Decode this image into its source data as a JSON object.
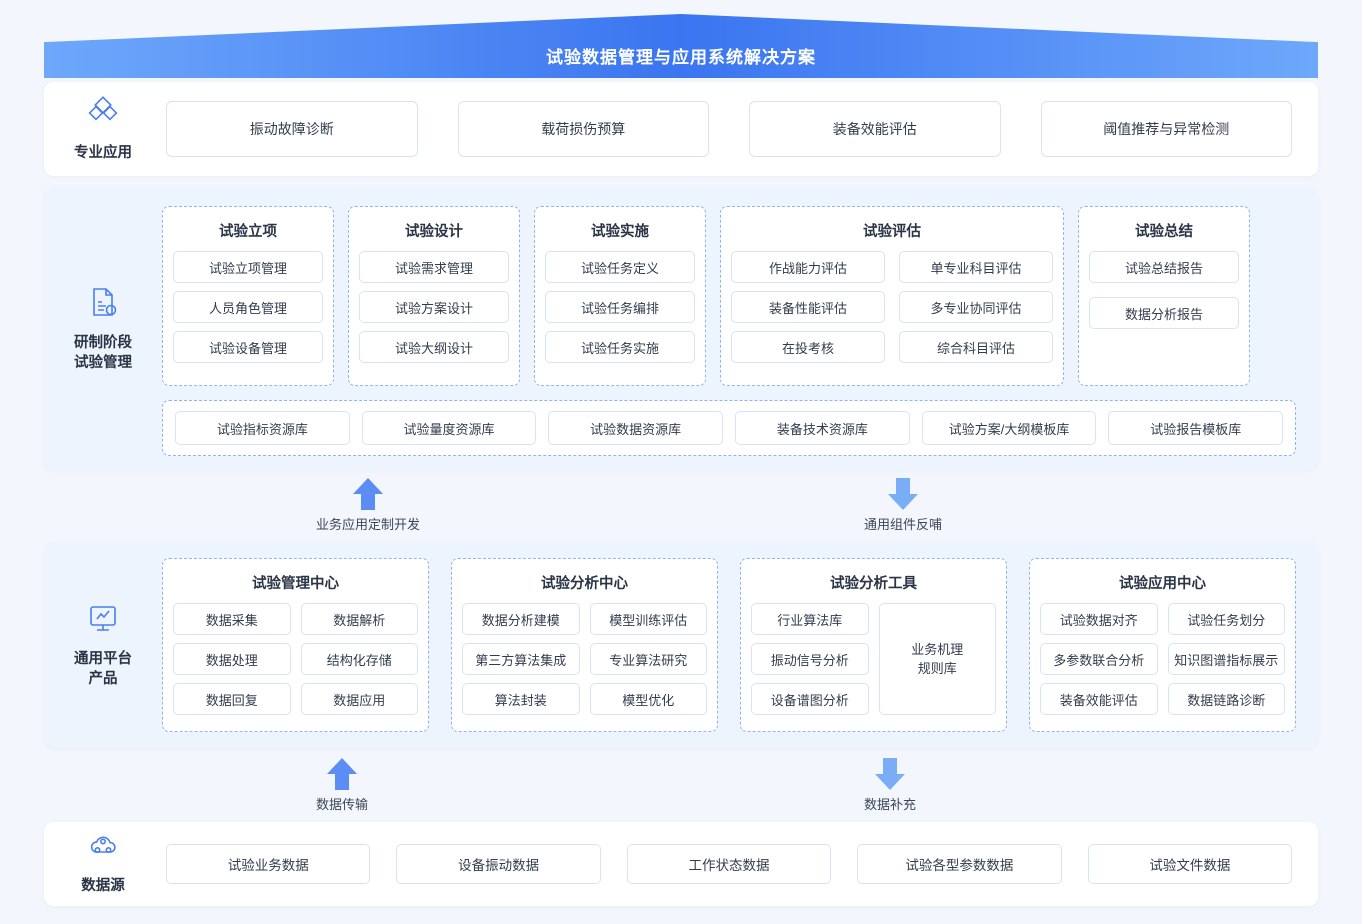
{
  "banner": {
    "title": "试验数据管理与应用系统解决方案"
  },
  "sections": {
    "app": {
      "label": "专业应用",
      "icon": "app-diamond-icon",
      "cards": [
        "振动故障诊断",
        "载荷损伤预算",
        "装备效能评估",
        "阈值推荐与异常检测"
      ]
    },
    "dev": {
      "label": "研制阶段\n试验管理",
      "icon": "document-chart-icon",
      "groups": [
        {
          "title": "试验立项",
          "items": [
            "试验立项管理",
            "人员角色管理",
            "试验设备管理"
          ]
        },
        {
          "title": "试验设计",
          "items": [
            "试验需求管理",
            "试验方案设计",
            "试验大纲设计"
          ]
        },
        {
          "title": "试验实施",
          "items": [
            "试验任务定义",
            "试验任务编排",
            "试验任务实施"
          ]
        },
        {
          "title": "试验评估",
          "left": [
            "作战能力评估",
            "装备性能评估",
            "在投考核"
          ],
          "right": [
            "单专业科目评估",
            "多专业协同评估",
            "综合科目评估"
          ]
        },
        {
          "title": "试验总结",
          "items": [
            "试验总结报告",
            "数据分析报告"
          ]
        }
      ],
      "resources": [
        "试验指标资源库",
        "试验量度资源库",
        "试验数据资源库",
        "装备技术资源库",
        "试验方案/大纲模板库",
        "试验报告模板库"
      ]
    },
    "platform": {
      "label": "通用平台\n产品",
      "icon": "monitor-icon",
      "groups": [
        {
          "title": "试验管理中心",
          "layout": "grid2",
          "left": [
            "数据采集",
            "数据处理",
            "数据回复"
          ],
          "right": [
            "数据解析",
            "结构化存储",
            "数据应用"
          ]
        },
        {
          "title": "试验分析中心",
          "layout": "grid2",
          "left": [
            "数据分析建模",
            "第三方算法集成",
            "算法封装"
          ],
          "right": [
            "模型训练评估",
            "专业算法研究",
            "模型优化"
          ]
        },
        {
          "title": "试验分析工具",
          "layout": "tool",
          "left": [
            "行业算法库",
            "振动信号分析",
            "设备谱图分析"
          ],
          "big": "业务机理\n规则库"
        },
        {
          "title": "试验应用中心",
          "layout": "grid2",
          "left": [
            "试验数据对齐",
            "多参数联合分析",
            "装备效能评估"
          ],
          "right": [
            "试验任务划分",
            "知识图谱指标展示",
            "数据链路诊断"
          ]
        }
      ]
    },
    "source": {
      "label": "数据源",
      "icon": "cloud-data-icon",
      "cards": [
        "试验业务数据",
        "设备振动数据",
        "工作状态数据",
        "试验各型参数数据",
        "试验文件数据"
      ]
    }
  },
  "arrows": [
    {
      "direction": "up",
      "label": "业务应用定制开发",
      "color": "#5b8df5"
    },
    {
      "direction": "down",
      "label": "通用组件反哺",
      "color": "#79aef7"
    },
    {
      "direction": "up",
      "label": "数据传输",
      "color": "#5b8df5"
    },
    {
      "direction": "down",
      "label": "数据补充",
      "color": "#79aef7"
    }
  ],
  "colors": {
    "accent": "#3b75f0",
    "panel": "#eef4fe",
    "dash": "#8fb4f0",
    "border": "#d8e3f7",
    "page": "#f3f7fd"
  }
}
